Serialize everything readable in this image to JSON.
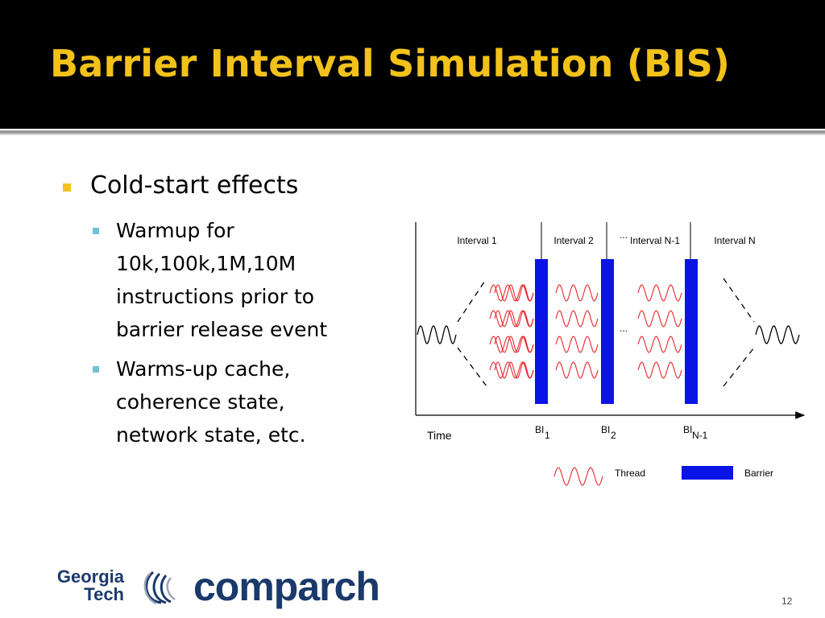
{
  "slide": {
    "title": "Barrier Interval Simulation (BIS)",
    "bullet": "Cold-start effects",
    "sub_bullets": [
      "Warmup for\n10k,100k,1M,10M\ninstructions prior to\nbarrier release event",
      "Warms-up cache,\ncoherence state,\nnetwork state, etc."
    ],
    "page_number": "12"
  },
  "diagram": {
    "interval_labels": [
      "Interval 1",
      "Interval 2",
      "Interval N-1",
      "Interval N"
    ],
    "ellipsis": "...",
    "barrier_labels": [
      {
        "base": "BI",
        "sub": "1"
      },
      {
        "base": "BI",
        "sub": "2"
      },
      {
        "base": "BI",
        "sub": "N-1"
      }
    ],
    "time_label": "Time",
    "legend": {
      "thread": "Thread",
      "barrier": "Barrier"
    },
    "colors": {
      "thread": "#e8252a",
      "barrier": "#0a14e6",
      "accent": "#f2c21b",
      "sub_bullet": "#6fc2d8"
    }
  },
  "footer": {
    "logo_left_line1": "Georgia",
    "logo_left_line2": "Tech",
    "logo_right": "comparch"
  }
}
